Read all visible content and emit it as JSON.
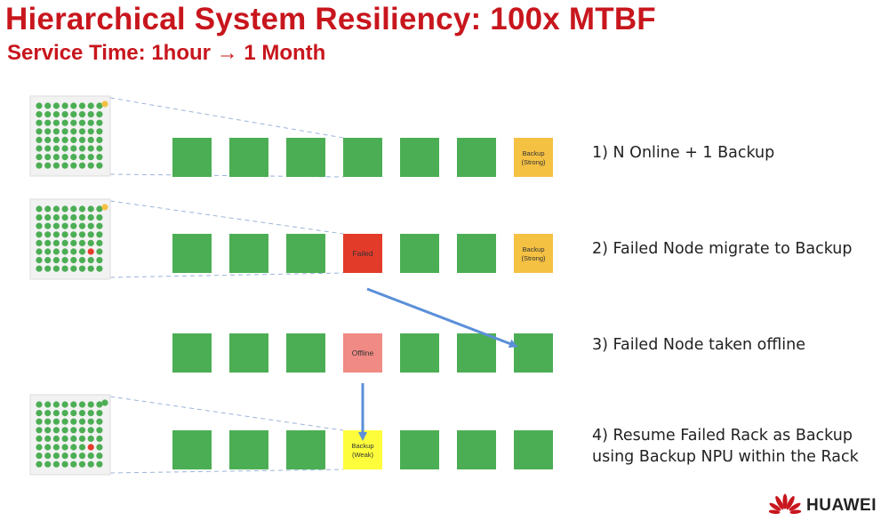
{
  "header": {
    "title": "Hierarchical System Resiliency: 100x MTBF",
    "subtitle": "Service Time: 1hour → 1 Month"
  },
  "colors": {
    "accent": "#c8161d",
    "online": "#4cae54",
    "backup_strong": "#f5c143",
    "failed": "#e33b2a",
    "offline": "#f08a84",
    "backup_weak": "#fdfd3b",
    "arrow": "#5b8fd8",
    "dashed": "#9cb4d8"
  },
  "rows": [
    {
      "nodes": [
        {
          "status": "online",
          "label": ""
        },
        {
          "status": "online",
          "label": ""
        },
        {
          "status": "online",
          "label": ""
        },
        {
          "status": "online",
          "label": ""
        },
        {
          "status": "online",
          "label": ""
        },
        {
          "status": "online",
          "label": ""
        },
        {
          "status": "backup_strong",
          "label": "Backup\n(Strong)"
        }
      ],
      "rack": {
        "shown": true,
        "failed_dot": false,
        "corner": "yellow"
      }
    },
    {
      "nodes": [
        {
          "status": "online",
          "label": ""
        },
        {
          "status": "online",
          "label": ""
        },
        {
          "status": "online",
          "label": ""
        },
        {
          "status": "failed",
          "label": "Failed"
        },
        {
          "status": "online",
          "label": ""
        },
        {
          "status": "online",
          "label": ""
        },
        {
          "status": "backup_strong",
          "label": "Backup\n(Strong)"
        }
      ],
      "rack": {
        "shown": true,
        "failed_dot": true,
        "corner": "yellow"
      }
    },
    {
      "nodes": [
        {
          "status": "online",
          "label": ""
        },
        {
          "status": "online",
          "label": ""
        },
        {
          "status": "online",
          "label": ""
        },
        {
          "status": "offline",
          "label": "Offline"
        },
        {
          "status": "online",
          "label": ""
        },
        {
          "status": "online",
          "label": ""
        },
        {
          "status": "online",
          "label": ""
        }
      ],
      "rack": {
        "shown": false
      }
    },
    {
      "nodes": [
        {
          "status": "online",
          "label": ""
        },
        {
          "status": "online",
          "label": ""
        },
        {
          "status": "online",
          "label": ""
        },
        {
          "status": "backup_weak",
          "label": "Backup\n(Weak)"
        },
        {
          "status": "online",
          "label": ""
        },
        {
          "status": "online",
          "label": ""
        },
        {
          "status": "online",
          "label": ""
        }
      ],
      "rack": {
        "shown": true,
        "failed_dot": true,
        "corner": "green"
      }
    }
  ],
  "steps": [
    {
      "text": "1) N Online + 1 Backup"
    },
    {
      "text": "2) Failed Node migrate to Backup"
    },
    {
      "text": "3) Failed Node taken offline"
    },
    {
      "text": "4) Resume Failed Rack as Backup\nusing Backup NPU within the Rack"
    }
  ],
  "brand": {
    "name": "HUAWEI",
    "logo": "huawei-petal-logo"
  }
}
